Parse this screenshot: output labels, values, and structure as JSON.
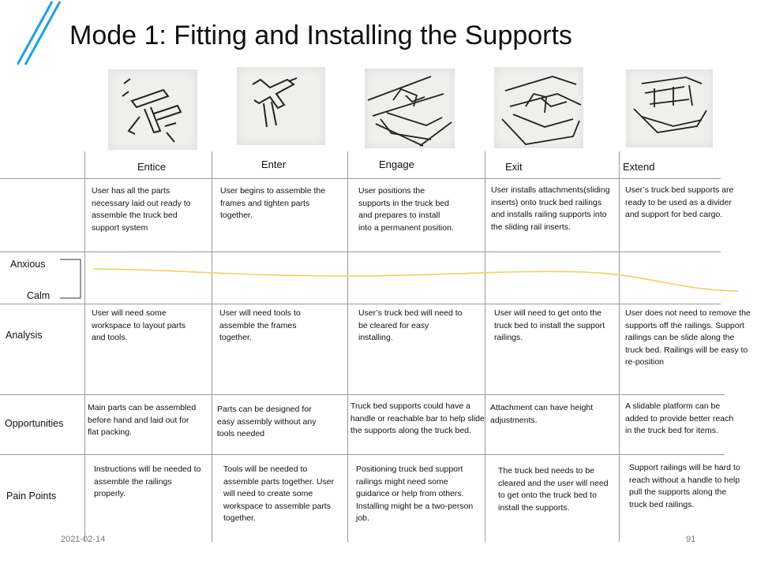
{
  "title": "Mode 1: Fitting and Installing the Supports",
  "stages": [
    "Entice",
    "Enter",
    "Engage",
    "Exit",
    "Extend"
  ],
  "rows": {
    "description": [
      "User has all the parts necessary laid out ready to assemble the truck bed support system",
      "User begins to assemble the frames and tighten parts together.",
      "User positions the supports in the truck bed and prepares to install into a permanent position.",
      "User installs attachments(sliding inserts) onto truck bed railings and installs railing supports into the sliding rail inserts.",
      "User’s truck bed supports are ready to be used as a divider and support for bed cargo."
    ],
    "emotion": {
      "anxious": "Anxious",
      "calm": "Calm"
    },
    "analysis": {
      "label": "Analysis",
      "cells": [
        "User will need some workspace to layout parts and tools.",
        "User will need tools to assemble the frames together.",
        "User’s truck bed will need to be cleared for easy installing.",
        "User will need to get onto the truck bed to install the support railings.",
        "User does not need to remove the supports off the railings. Support railings can be slide along the truck bed. Railings will be easy to re-position"
      ]
    },
    "opportunities": {
      "label": "Opportunities",
      "cells": [
        "Main parts can be assembled before hand and laid out for flat packing.",
        "Parts can be designed for easy assembly without any tools needed",
        "Truck bed supports could have a handle or reachable bar to help slide the supports along the truck bed.",
        "Attachment can have height adjustments.",
        "A slidable platform can be added to provide better reach in the truck bed for items."
      ]
    },
    "pain_points": {
      "label": "Pain Points",
      "cells": [
        "Instructions will be needed to assemble the railings properly.",
        "Tools will be needed to assemble parts together. User will need to create some workspace to assemble parts together.",
        "Positioning truck bed support railings might need some guidance or help from others. Installing might be a two-person job.",
        "The truck bed needs to be cleared and the user will need to get onto the truck bed to install the supports.",
        "Support railings will be hard to reach without a handle to help pull the supports along the truck bed railings."
      ]
    }
  },
  "footer": {
    "date": "2021-02-14",
    "page": "91"
  },
  "colors": {
    "accent": "#1da1e6",
    "curve": "#f2d060",
    "grid": "#9a9a9a"
  },
  "sketches": [
    "sketch-parts",
    "sketch-frames",
    "sketch-engage",
    "sketch-exit",
    "sketch-extend"
  ]
}
